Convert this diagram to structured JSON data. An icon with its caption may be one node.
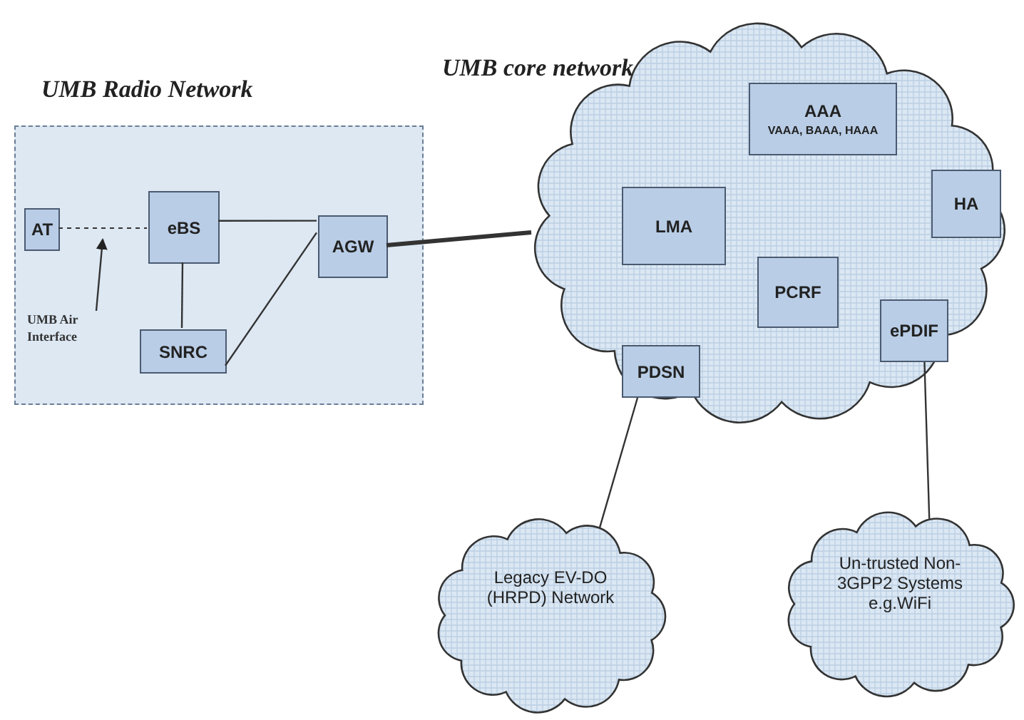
{
  "diagram": {
    "nodes": [
      {
        "text": [
          "UMB Radio Network"
        ]
      },
      {
        "text": [
          "AT"
        ],
        "in": 0
      },
      {
        "text": [
          "eBS"
        ],
        "in": 0
      },
      {
        "text": [
          "SNRC"
        ],
        "in": 0
      },
      {
        "text": [
          "AGW"
        ],
        "in": 0
      },
      {
        "text": [
          "UMB Air Interface"
        ],
        "in": 0
      },
      {
        "text": [
          "UMB core network"
        ]
      },
      {
        "text": [
          "AAA",
          "VAAA, BAAA, HAAA"
        ],
        "in": 6
      },
      {
        "text": [
          "LMA"
        ],
        "in": 6
      },
      {
        "text": [
          "HA"
        ],
        "in": 6
      },
      {
        "text": [
          "PCRF"
        ],
        "in": 6
      },
      {
        "text": [
          "ePDIF"
        ],
        "in": 6
      },
      {
        "text": [
          "PDSN"
        ],
        "in": 6
      },
      {
        "text": [
          "Legacy EV-DO (HRPD) Network"
        ]
      },
      {
        "text": [
          "Un-trusted Non-3GPP2 Systems e.g.WiFi"
        ]
      }
    ],
    "edges": [
      {
        "from": 1,
        "to": 2,
        "arrow": "none",
        "style": "dashed"
      },
      {
        "from": 2,
        "to": 4,
        "arrow": "none"
      },
      {
        "from": 2,
        "to": 3,
        "arrow": "none"
      },
      {
        "from": 3,
        "to": 4,
        "arrow": "none"
      },
      {
        "from": 4,
        "to": 6,
        "arrow": "none",
        "style": "thick"
      },
      {
        "from": 12,
        "to": 13,
        "arrow": "none"
      },
      {
        "from": 11,
        "to": 14,
        "arrow": "none"
      },
      {
        "from": 5,
        "to": null,
        "arrow": "to"
      }
    ]
  }
}
